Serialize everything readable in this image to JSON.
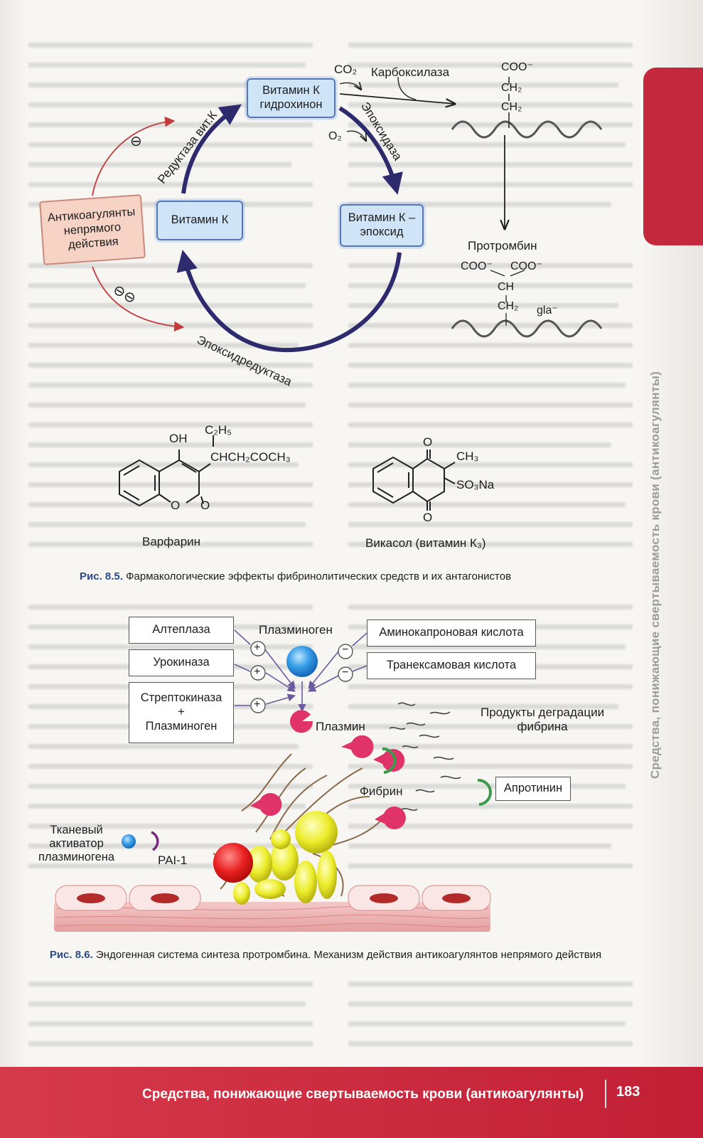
{
  "fig1": {
    "vit_k_hydroquinone": "Витамин К\nгидрохинон",
    "vit_k": "Витамин К",
    "vit_k_epoxide": "Витамин К –\nэпоксид",
    "anticoagulants": "Антикоагулянты\nнепрямого\nдействия",
    "reductase": "Редуктаза вит.К",
    "epoxidase": "Эпоксидаза",
    "epoxide_reductase": "Эпоксидредуктаза",
    "carboxylase": "Карбоксилаза",
    "co2": "CO₂",
    "o2": "O₂",
    "coo_top": "COO⁻",
    "ch2_a": "CH₂",
    "ch2_b": "CH₂",
    "prothrombin": "Протромбин",
    "coo_left": "COO⁻",
    "coo_right": "COO⁻",
    "ch": "CH",
    "ch2_c": "CH₂",
    "gla": "gla⁻",
    "minus_single": "⊖",
    "minus_double": "⊖⊖"
  },
  "structures": {
    "warfarin_oh": "OH",
    "warfarin_c2h5": "C₂H₅",
    "warfarin_chain": "CHCH₂COCH₃",
    "warfarin_o_ring": "O",
    "warfarin_o_carbonyl": "O",
    "warfarin_name": "Варфарин",
    "vikasol_o_top": "O",
    "vikasol_ch3": "CH₃",
    "vikasol_so3na": "SO₃Na",
    "vikasol_o_bottom": "O",
    "vikasol_name": "Викасол (витамин К₃)"
  },
  "caption1": {
    "num": "Рис. 8.5.",
    "text": "Фармакологические эффекты фибринолитических средств и их антагонистов"
  },
  "fig2": {
    "alteplase": "Алтеплаза",
    "urokinase": "Урокиназа",
    "streptokinase": "Стрептокиназа\n+\nПлазминоген",
    "plasminogen": "Плазминоген",
    "aminocaproic": "Аминокапроновая кислота",
    "tranexamic": "Транексамовая кислота",
    "plasmin": "Плазмин",
    "degradation": "Продукты деградации\nфибрина",
    "fibrin": "Фибрин",
    "aprotinin": "Апротинин",
    "tpa": "Тканевый\nактиватор\nплазминогена",
    "pai": "PAI-1",
    "plus": "+",
    "minus": "−"
  },
  "caption2": {
    "num": "Рис. 8.6.",
    "text": "Эндогенная система синтеза протромбина. Механизм действия антикоагулянтов непрямого действия"
  },
  "side_text": "Средства, понижающие свертываемость крови (антикоагулянты)",
  "footer": {
    "title": "Средства, понижающие свертываемость крови (антикоагулянты)",
    "page_number": "183"
  },
  "colors": {
    "accent_red": "#c4283d",
    "caption_blue": "#2b4b8c",
    "cycle_arrow": "#2d2a6e"
  }
}
